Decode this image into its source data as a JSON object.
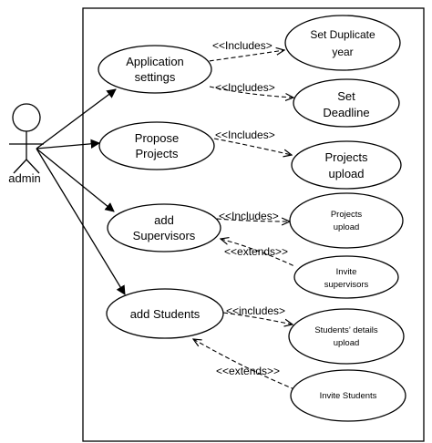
{
  "actor": {
    "name": "admin",
    "icon": "stick-figure-icon"
  },
  "use_cases": {
    "application_settings": [
      "Application",
      "settings"
    ],
    "propose_projects": [
      "Propose",
      "Projects"
    ],
    "add_supervisors": [
      "add",
      "Supervisors"
    ],
    "add_students": [
      "add Students"
    ],
    "set_duplicate_year": [
      "Set Duplicate",
      "year"
    ],
    "set_deadline": [
      "Set",
      "Deadline"
    ],
    "projects_upload_1": [
      "Projects",
      "upload"
    ],
    "projects_upload_2": [
      "Projects",
      "upload"
    ],
    "invite_supervisors": [
      "Invite",
      "supervisors"
    ],
    "students_details_upload": [
      "Students’ details",
      "upload"
    ],
    "invite_students": [
      "Invite Students"
    ]
  },
  "relations": {
    "app_dup": "<<Includes>",
    "app_deadline": "<<Includes>",
    "propose_upload": "<<Includes>",
    "sup_upload": "<<Includes>",
    "sup_invite": "<<extends>>",
    "stu_details": "<<includes>",
    "stu_invite": "<<extends>>"
  }
}
